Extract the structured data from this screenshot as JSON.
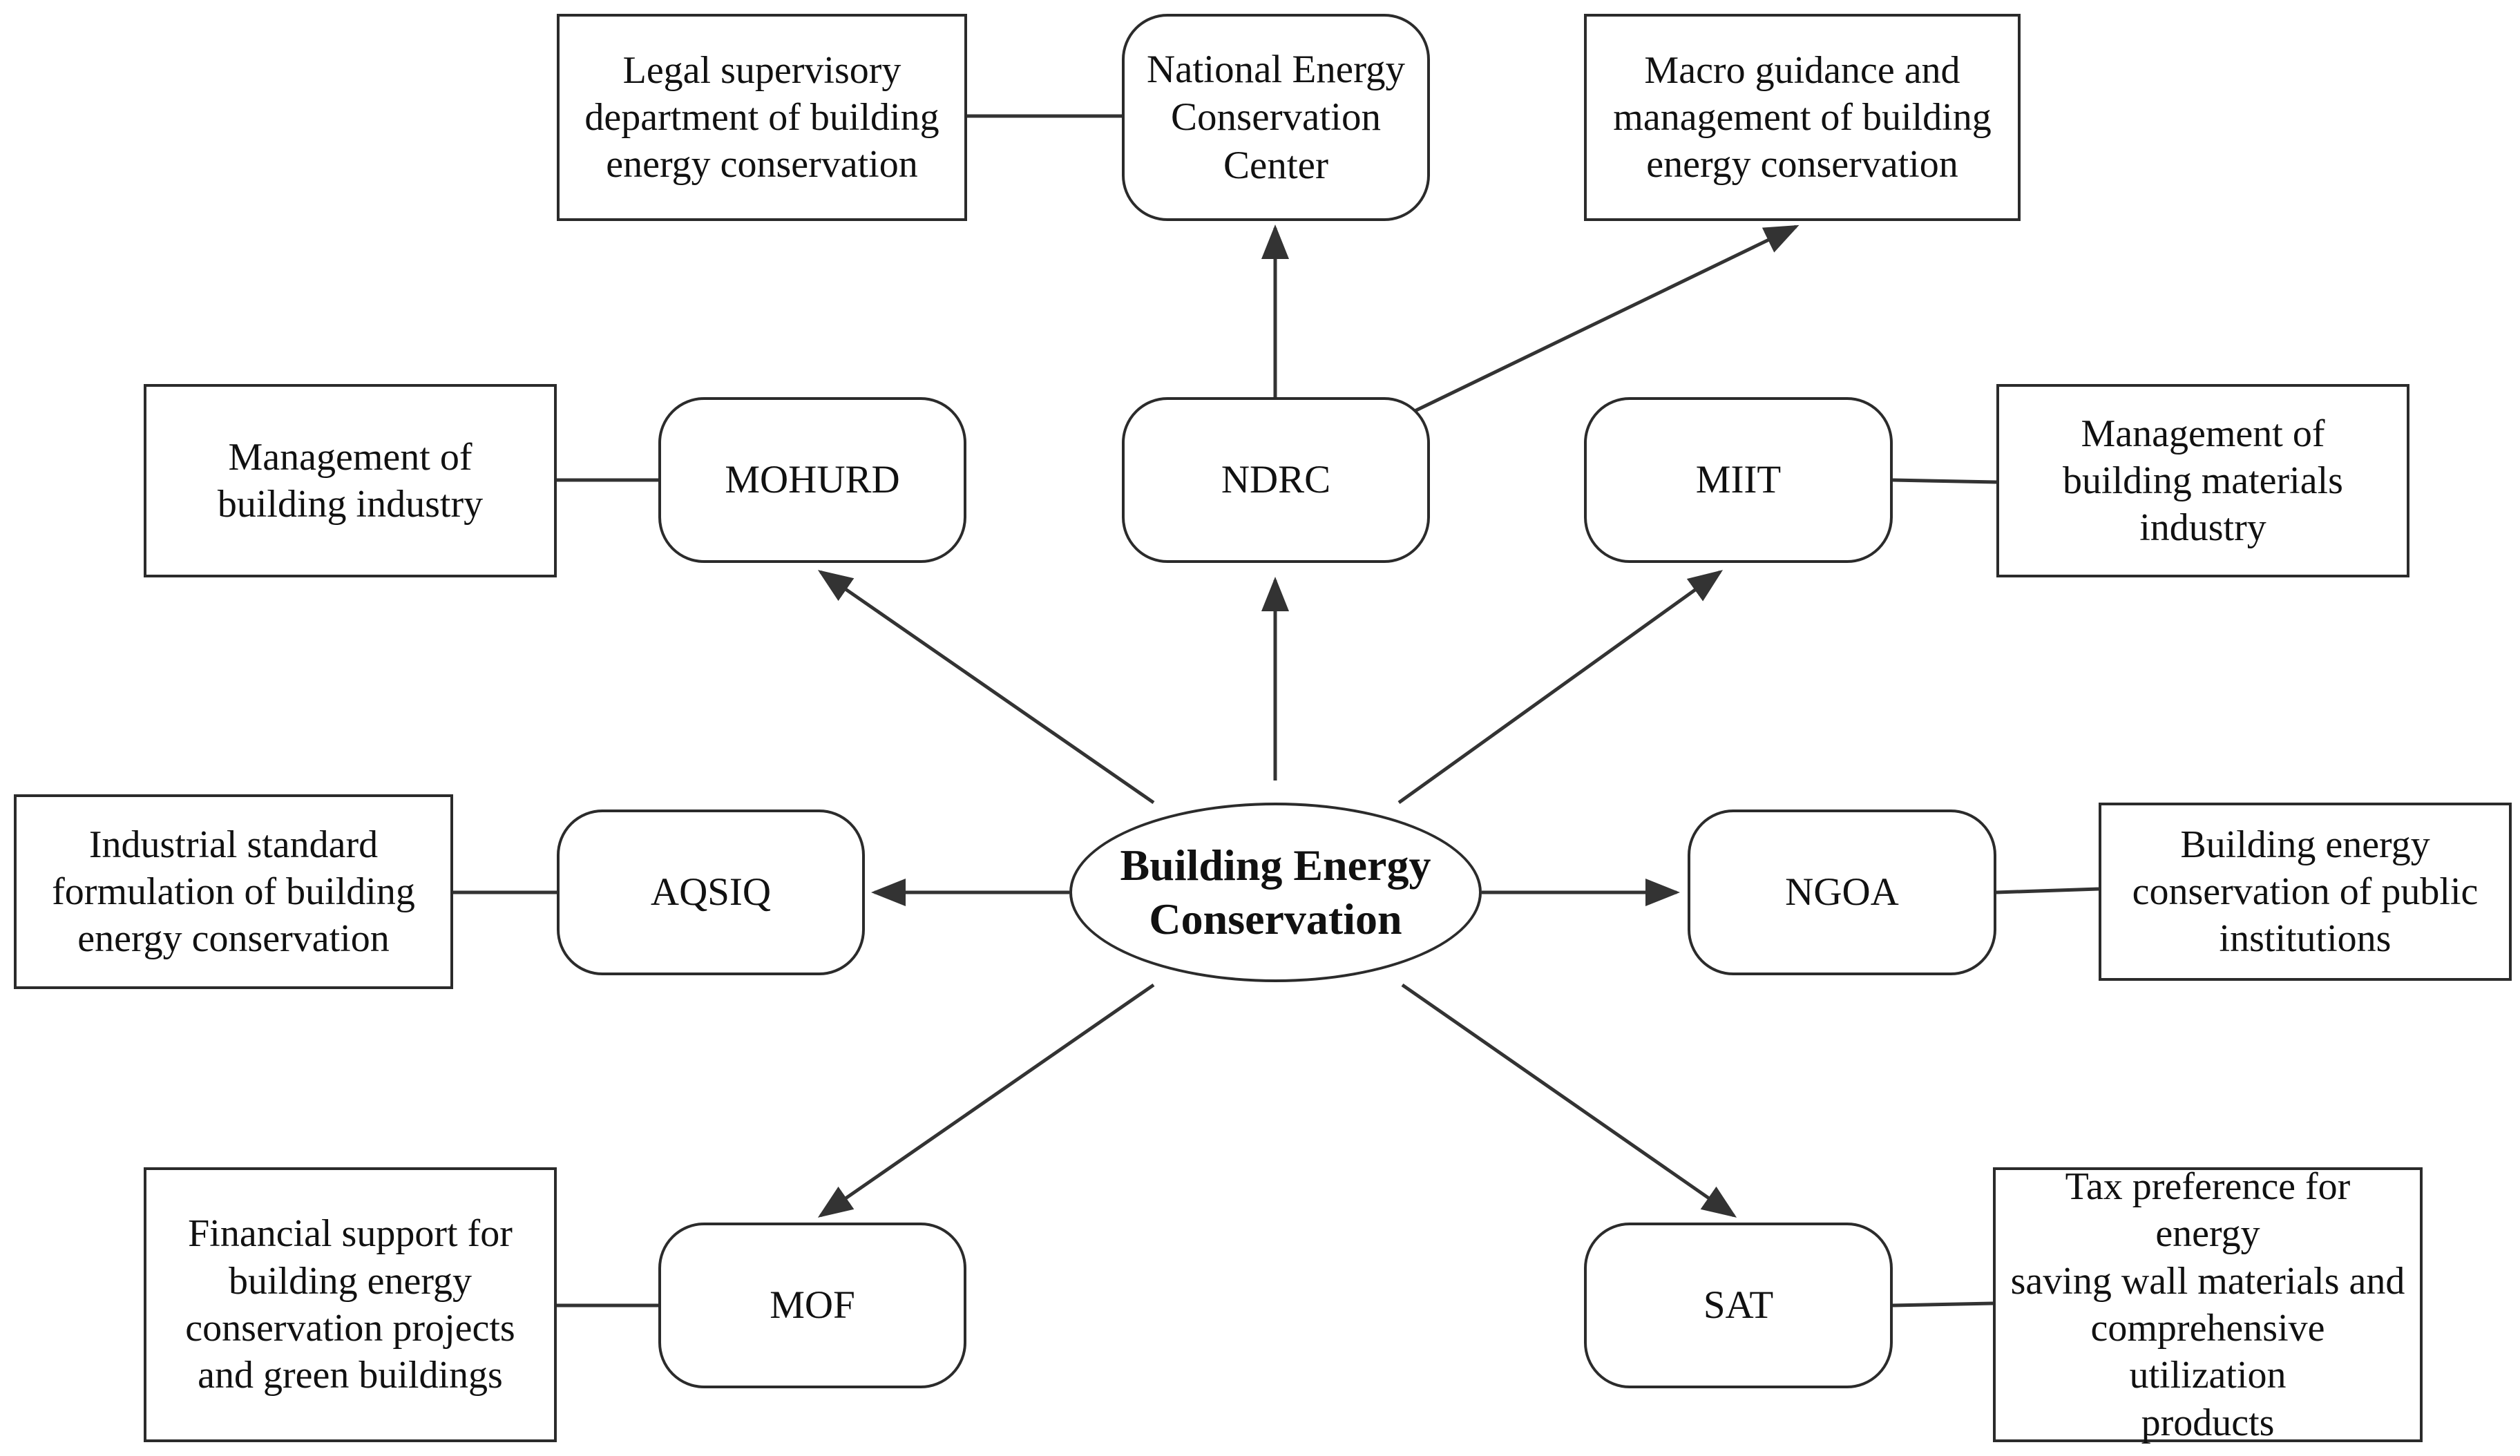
{
  "center": {
    "label": "Building Energy\nConservation"
  },
  "agencies": {
    "mohurd": "MOHURD",
    "ndrc": "NDRC",
    "miit": "MIIT",
    "aqsiq": "AQSIQ",
    "ngoa": "NGOA",
    "mof": "MOF",
    "sat": "SAT",
    "necc": "National Energy\nConservation\nCenter"
  },
  "descriptions": {
    "legal": "Legal supervisory\ndepartment of building\nenergy conservation",
    "macro": "Macro guidance and\nmanagement of building\nenergy conservation",
    "building_industry": "Management of\nbuilding industry",
    "materials_industry": "Management of\nbuilding materials\nindustry",
    "standard": "Industrial standard\nformulation  of building\nenergy conservation",
    "public_institutions": "Building energy\nconservation of public\ninstitutions",
    "financial": "Financial support for\nbuilding energy\nconservation projects\nand green buildings",
    "tax": "Tax preference for energy\nsaving  wall materials and\ncomprehensive utilization\nproducts"
  },
  "colors": {
    "stroke": "#333333",
    "background": "#ffffff",
    "text": "#111111"
  }
}
